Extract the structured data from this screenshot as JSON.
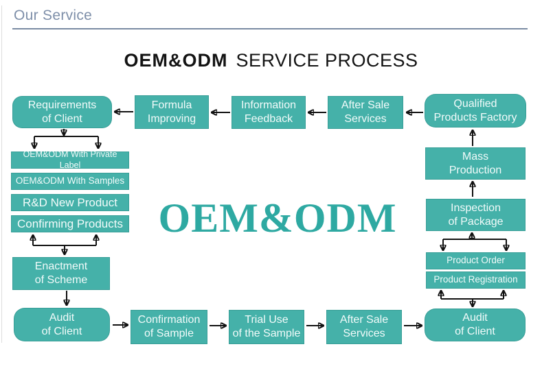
{
  "page": {
    "section_title": "Our Service",
    "heading_bold": "OEM&ODM",
    "heading_rest": "SERVICE PROCESS",
    "watermark": "OEM&ODM"
  },
  "colors": {
    "node_fill": "#45b1a9",
    "node_text": "#f2fbfa",
    "watermark_teal": "#2ea9a2",
    "section_title": "#7e8fa9",
    "heading_text": "#131313",
    "arrow": "#111111"
  },
  "flowchart": {
    "nodes": {
      "requirements_of_client": {
        "line1": "Requirements",
        "line2": "of Client"
      },
      "formula_improving": {
        "line1": "Formula",
        "line2": "Improving"
      },
      "information_feedback": {
        "line1": "Information",
        "line2": "Feedback"
      },
      "after_sale_services_top": {
        "line1": "After Sale",
        "line2": "Services"
      },
      "qualified_products_factory": {
        "line1": "Qualified",
        "line2": "Products Factory"
      },
      "oem_private_label": {
        "label": "OEM&ODM With Private Label"
      },
      "oem_with_samples": {
        "label": "OEM&ODM With Samples"
      },
      "rd_new_product": {
        "label": "R&D New Product"
      },
      "confirming_products": {
        "label": "Confirming Products"
      },
      "enactment_of_scheme": {
        "line1": "Enactment",
        "line2": "of Scheme"
      },
      "audit_of_client_left": {
        "line1": "Audit",
        "line2": "of Client"
      },
      "confirmation_of_sample": {
        "line1": "Confirmation",
        "line2": "of Sample"
      },
      "trial_use_of_the_sample": {
        "line1": "Trial Use",
        "line2": "of the Sample"
      },
      "after_sale_services_bottom": {
        "line1": "After Sale",
        "line2": "Services"
      },
      "audit_of_client_right": {
        "line1": "Audit",
        "line2": "of Client"
      },
      "mass_production": {
        "line1": "Mass",
        "line2": "Production"
      },
      "inspection_of_package": {
        "line1": "Inspection",
        "line2": "of Package"
      },
      "product_order": {
        "label": "Product Order"
      },
      "product_registration": {
        "label": "Product Registration"
      }
    }
  }
}
